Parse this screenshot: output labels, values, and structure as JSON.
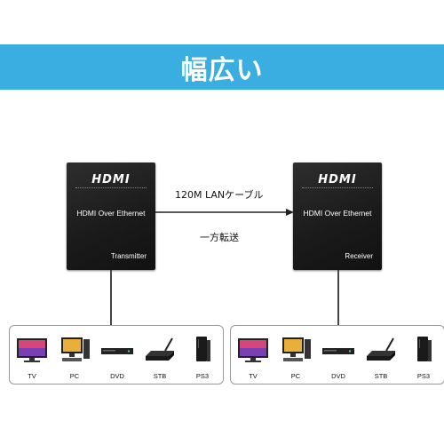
{
  "banner": {
    "title": "幅広い"
  },
  "transmitter": {
    "brand": "HDMI",
    "model": "HDMI Over Ethernet",
    "role": "Transmitter"
  },
  "receiver": {
    "brand": "HDMI",
    "model": "HDMI Over Ethernet",
    "role": "Receiver"
  },
  "cable": {
    "label": "120M LANケーブル",
    "direction": "一方転送"
  },
  "left_devices": [
    {
      "label": "TV",
      "icon": "tv-icon"
    },
    {
      "label": "PC",
      "icon": "pc-icon"
    },
    {
      "label": "DVD",
      "icon": "dvd-icon"
    },
    {
      "label": "STB",
      "icon": "stb-icon"
    },
    {
      "label": "PS3",
      "icon": "ps3-icon"
    }
  ],
  "right_devices": [
    {
      "label": "TV",
      "icon": "tv-icon"
    },
    {
      "label": "PC",
      "icon": "pc-icon"
    },
    {
      "label": "DVD",
      "icon": "dvd-icon"
    },
    {
      "label": "STB",
      "icon": "stb-icon"
    },
    {
      "label": "PS3",
      "icon": "ps3-icon"
    }
  ],
  "colors": {
    "banner": "#3aaee0",
    "device": "#1f1f1f",
    "wire": "#444444"
  }
}
